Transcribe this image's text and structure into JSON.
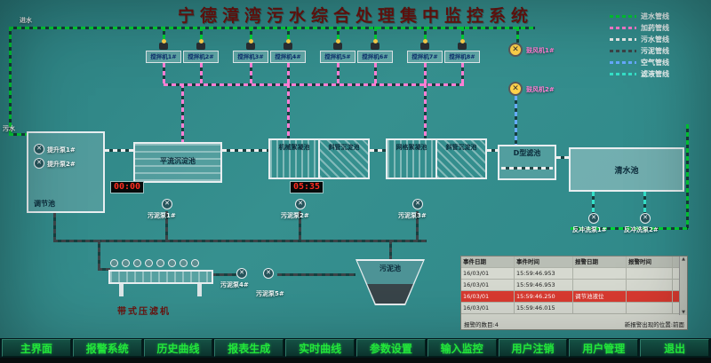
{
  "title": "宁德漳湾污水综合处理集中监控系统",
  "colors": {
    "screen_bg": "#338b8c",
    "title_text": "#6b1410",
    "menu_text": "#22e53a",
    "alarm_row_bg": "#d93a30",
    "pipe_inlet": "#00d437",
    "pipe_dosing": "#ff7fd4",
    "pipe_sewage": "#eeeeee",
    "pipe_sludge": "#3c4448",
    "pipe_air": "#66aaff",
    "pipe_filtrate": "#35e0c8"
  },
  "legend": {
    "items": [
      {
        "label": "进水管线",
        "color": "#00d437"
      },
      {
        "label": "加药管线",
        "color": "#ff7fd4"
      },
      {
        "label": "污水管线",
        "color": "#eeeeee"
      },
      {
        "label": "污泥管线",
        "color": "#3c4448"
      },
      {
        "label": "空气管线",
        "color": "#66aaff"
      },
      {
        "label": "滤液管线",
        "color": "#35e0c8"
      }
    ]
  },
  "labels": {
    "inlet_top": "进水",
    "sewage_in": "污水",
    "blower_1": "鼓风机1#",
    "blower_2": "鼓风机2#"
  },
  "mixers": [
    "搅拌机1#",
    "搅拌机2#",
    "搅拌机3#",
    "搅拌机4#",
    "搅拌机5#",
    "搅拌机6#",
    "搅拌机7#",
    "搅拌机8#"
  ],
  "tanks": {
    "regulating": "调节池",
    "horizontal_sed": "平流沉淀池",
    "mech_floc": "机械絮凝池",
    "inclined_sed_1": "斜管沉淀池",
    "grid_floc": "网格絮凝池",
    "inclined_sed_2": "斜管沉淀池",
    "d_filter": "D型滤池",
    "clear_water": "清水池",
    "sludge_tank": "污泥池",
    "belt_press": "带式压滤机"
  },
  "pumps": {
    "lift_1": "提升泵1#",
    "lift_2": "提升泵2#",
    "sludge_1": "污泥泵1#",
    "sludge_2": "污泥泵2#",
    "sludge_3": "污泥泵3#",
    "sludge_4": "污泥泵4#",
    "sludge_5": "污泥泵5#",
    "backwash_1": "反冲洗泵1#",
    "backwash_2": "反冲洗泵2#"
  },
  "timers": {
    "t1": "00:00",
    "t2": "05:35"
  },
  "alarm_panel": {
    "headers": [
      "事件日期",
      "事件时间",
      "报警日期",
      "报警时间"
    ],
    "rows": [
      {
        "c1": "16/03/01",
        "c2": "15:59:46.953",
        "c3": "",
        "c4": ""
      },
      {
        "c1": "16/03/01",
        "c2": "15:59:46.953",
        "c3": "",
        "c4": ""
      },
      {
        "c1": "16/03/01",
        "c2": "15:59:46.250",
        "c3": "调节池液位",
        "c4": ""
      },
      {
        "c1": "16/03/01",
        "c2": "15:59:46.015",
        "c3": "",
        "c4": ""
      }
    ],
    "footer_count": "报警的数目:4",
    "footer_position": "新报警出现的位置:前面"
  },
  "menu": {
    "items": [
      "主界面",
      "报警系统",
      "历史曲线",
      "报表生成",
      "实时曲线",
      "参数设置",
      "输入监控",
      "用户注销",
      "用户管理",
      "退出"
    ]
  }
}
